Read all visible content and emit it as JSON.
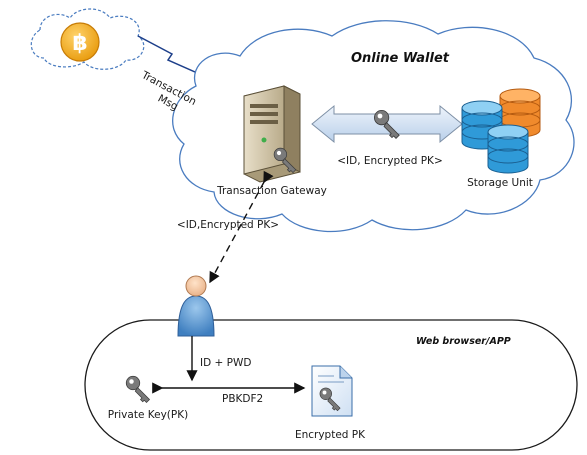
{
  "cloud_title": "Online Wallet",
  "transaction_msg": {
    "line1": "Transaction",
    "line2": "Msg"
  },
  "gateway_label": "Transaction Gateway",
  "storage_label": "Storage Unit",
  "gateway_storage_label": "<ID, Encrypted PK>",
  "gateway_user_label": "<ID,Encrypted PK>",
  "browser_title": "Web browser/APP",
  "id_pwd_label": "ID + PWD",
  "pbkdf2_label": "PBKDF2",
  "private_key_label": "Private Key(PK)",
  "encrypted_pk_label": "Encrypted PK",
  "icons": [
    "bitcoin-icon",
    "server-icon",
    "key-icon",
    "database-icon",
    "user-icon",
    "document-icon"
  ],
  "colors": {
    "bitcoin": "#f2a516",
    "cloud_stroke": "#4a7cc0",
    "arrow_fill": "#d6e4f4",
    "db_blue": "#2f9ad8",
    "db_orange": "#f08a2c",
    "user_blue": "#5e9bd1"
  }
}
